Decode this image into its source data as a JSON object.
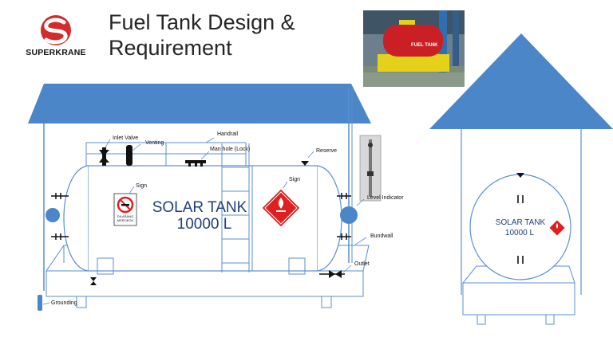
{
  "slide": {
    "title_line1": "Fuel Tank Design &",
    "title_line2": "Requirement",
    "logo_text": "SUPERKRANE"
  },
  "photo": {
    "tank_label": "FUEL TANK"
  },
  "main_tank": {
    "name": "SOLAR TANK",
    "capacity": "10000 L",
    "sign_text_1": "DILARANG",
    "sign_text_2": "MEROKOK",
    "labels": {
      "inlet_valve": "Inlet Valve",
      "venting": "Venting",
      "handrail": "Handrail",
      "manhole": "Man hole (Lock)",
      "reserve": "Reserve",
      "sign_left": "Sign",
      "sign_right": "Sign",
      "level_indicator": "Level Indicator",
      "bundwall": "Bundwall",
      "outlet": "Outlet",
      "grounding": "Grounding"
    }
  },
  "side_tank": {
    "name": "SOLAR TANK",
    "capacity": "10000 L"
  },
  "colors": {
    "roof": "#4a86c8",
    "line": "#5b8fd0",
    "text_blue": "#1f3f7a",
    "hazard_red": "#e02020",
    "logo_red": "#d42a2a"
  }
}
